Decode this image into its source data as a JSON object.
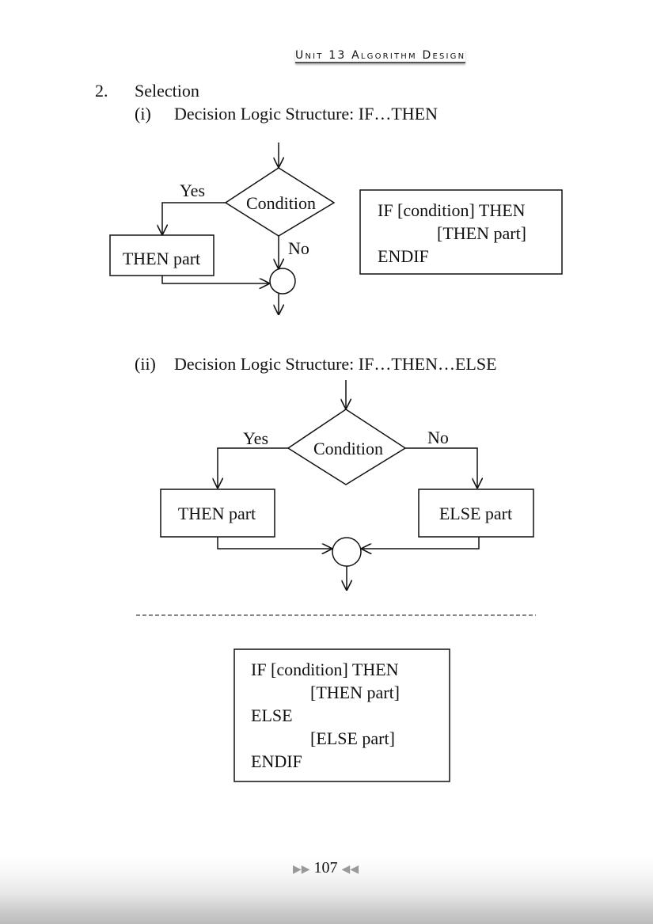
{
  "header": {
    "running_title": "Unit 13 Algorithm Design"
  },
  "section": {
    "number": "2.",
    "title": "Selection"
  },
  "subsection_1": {
    "number": "(i)",
    "title": "Decision Logic Structure: IF…THEN",
    "diagram": {
      "yes": "Yes",
      "no": "No",
      "condition": "Condition",
      "then_box": "THEN part"
    },
    "pseudocode": [
      "IF [condition] THEN",
      "[THEN part]",
      "ENDIF"
    ]
  },
  "subsection_2": {
    "number": "(ii)",
    "title": "Decision Logic Structure: IF…THEN…ELSE",
    "diagram": {
      "yes": "Yes",
      "no": "No",
      "condition": "Condition",
      "then_box": "THEN part",
      "else_box": "ELSE part"
    },
    "pseudocode": [
      "IF [condition] THEN",
      "[THEN part]",
      "ELSE",
      "[ELSE part]",
      "ENDIF"
    ]
  },
  "footer": {
    "page_number": "107"
  }
}
